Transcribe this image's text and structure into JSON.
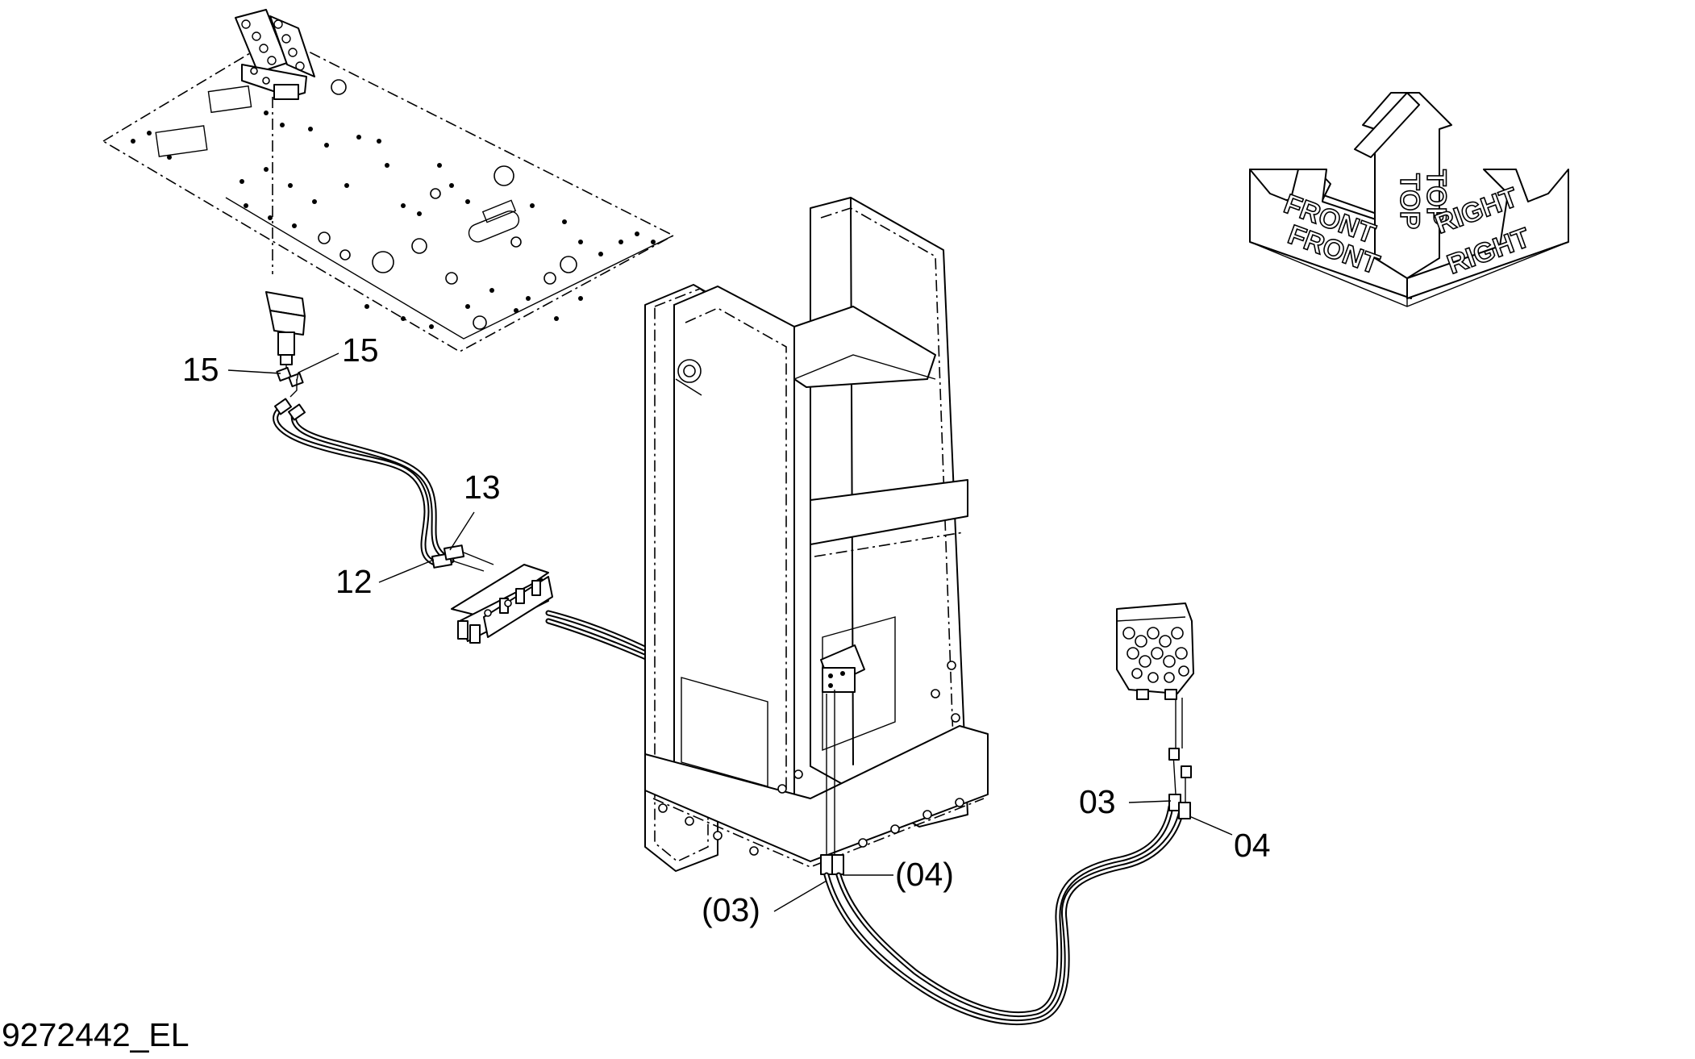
{
  "drawing_code": "9272442_EL",
  "orientation": {
    "front": "FRONT",
    "top": "TOP",
    "right": "RIGHT"
  },
  "callouts": {
    "c15_left": "15",
    "c15_right": "15",
    "c13": "13",
    "c12": "12",
    "c03_paren": "(03)",
    "c04_paren": "(04)",
    "c03": "03",
    "c04": "04"
  }
}
